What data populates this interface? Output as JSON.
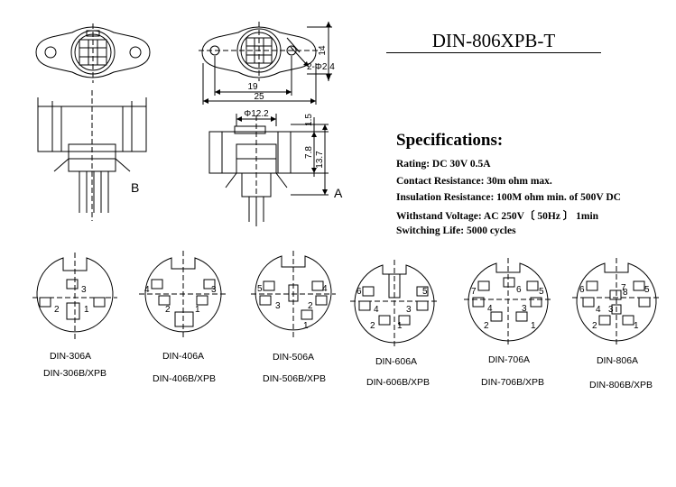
{
  "title": "DIN-806XPB-T",
  "specifications": {
    "heading": "Specifications:",
    "lines": [
      "Rating: DC 30V 0.5A",
      "Contact Resistance:    30m ohm max.",
      "Insulation Resistance: 100M ohm min. of 500V DC",
      "Withstand Voltage: AC 250V〔 50Hz 〕 1min",
      "Switching Life: 5000 cycles"
    ]
  },
  "views": {
    "b": "B",
    "a": "A"
  },
  "dimensions": {
    "height_14": "14",
    "hole": "2-Φ2.4",
    "width_19": "19",
    "width_25": "25",
    "dia_12_2": "Φ12.2",
    "d_1_5": "1.5",
    "d_7_8": "7.8",
    "d_13_7": "13.7"
  },
  "connectors": [
    {
      "model_a": "DIN-306A",
      "model_b": "DIN-306B/XPB",
      "pins": [
        "3",
        "2",
        "1"
      ]
    },
    {
      "model_a": "DIN-406A",
      "model_b": "DIN-406B/XPB",
      "pins": [
        "4",
        "3",
        "2",
        "1"
      ]
    },
    {
      "model_a": "DIN-506A",
      "model_b": "DIN-506B/XPB",
      "pins": [
        "5",
        "4",
        "3",
        "2",
        "1"
      ]
    },
    {
      "model_a": "DIN-606A",
      "model_b": "DIN-606B/XPB",
      "pins": [
        "6",
        "5",
        "4",
        "3",
        "2",
        "1"
      ]
    },
    {
      "model_a": "DIN-706A",
      "model_b": "DIN-706B/XPB",
      "pins": [
        "7",
        "6",
        "5",
        "4",
        "3",
        "2",
        "1"
      ]
    },
    {
      "model_a": "DIN-806A",
      "model_b": "DIN-806B/XPB",
      "pins": [
        "8",
        "7",
        "6",
        "5",
        "4",
        "3",
        "2",
        "1"
      ]
    }
  ]
}
